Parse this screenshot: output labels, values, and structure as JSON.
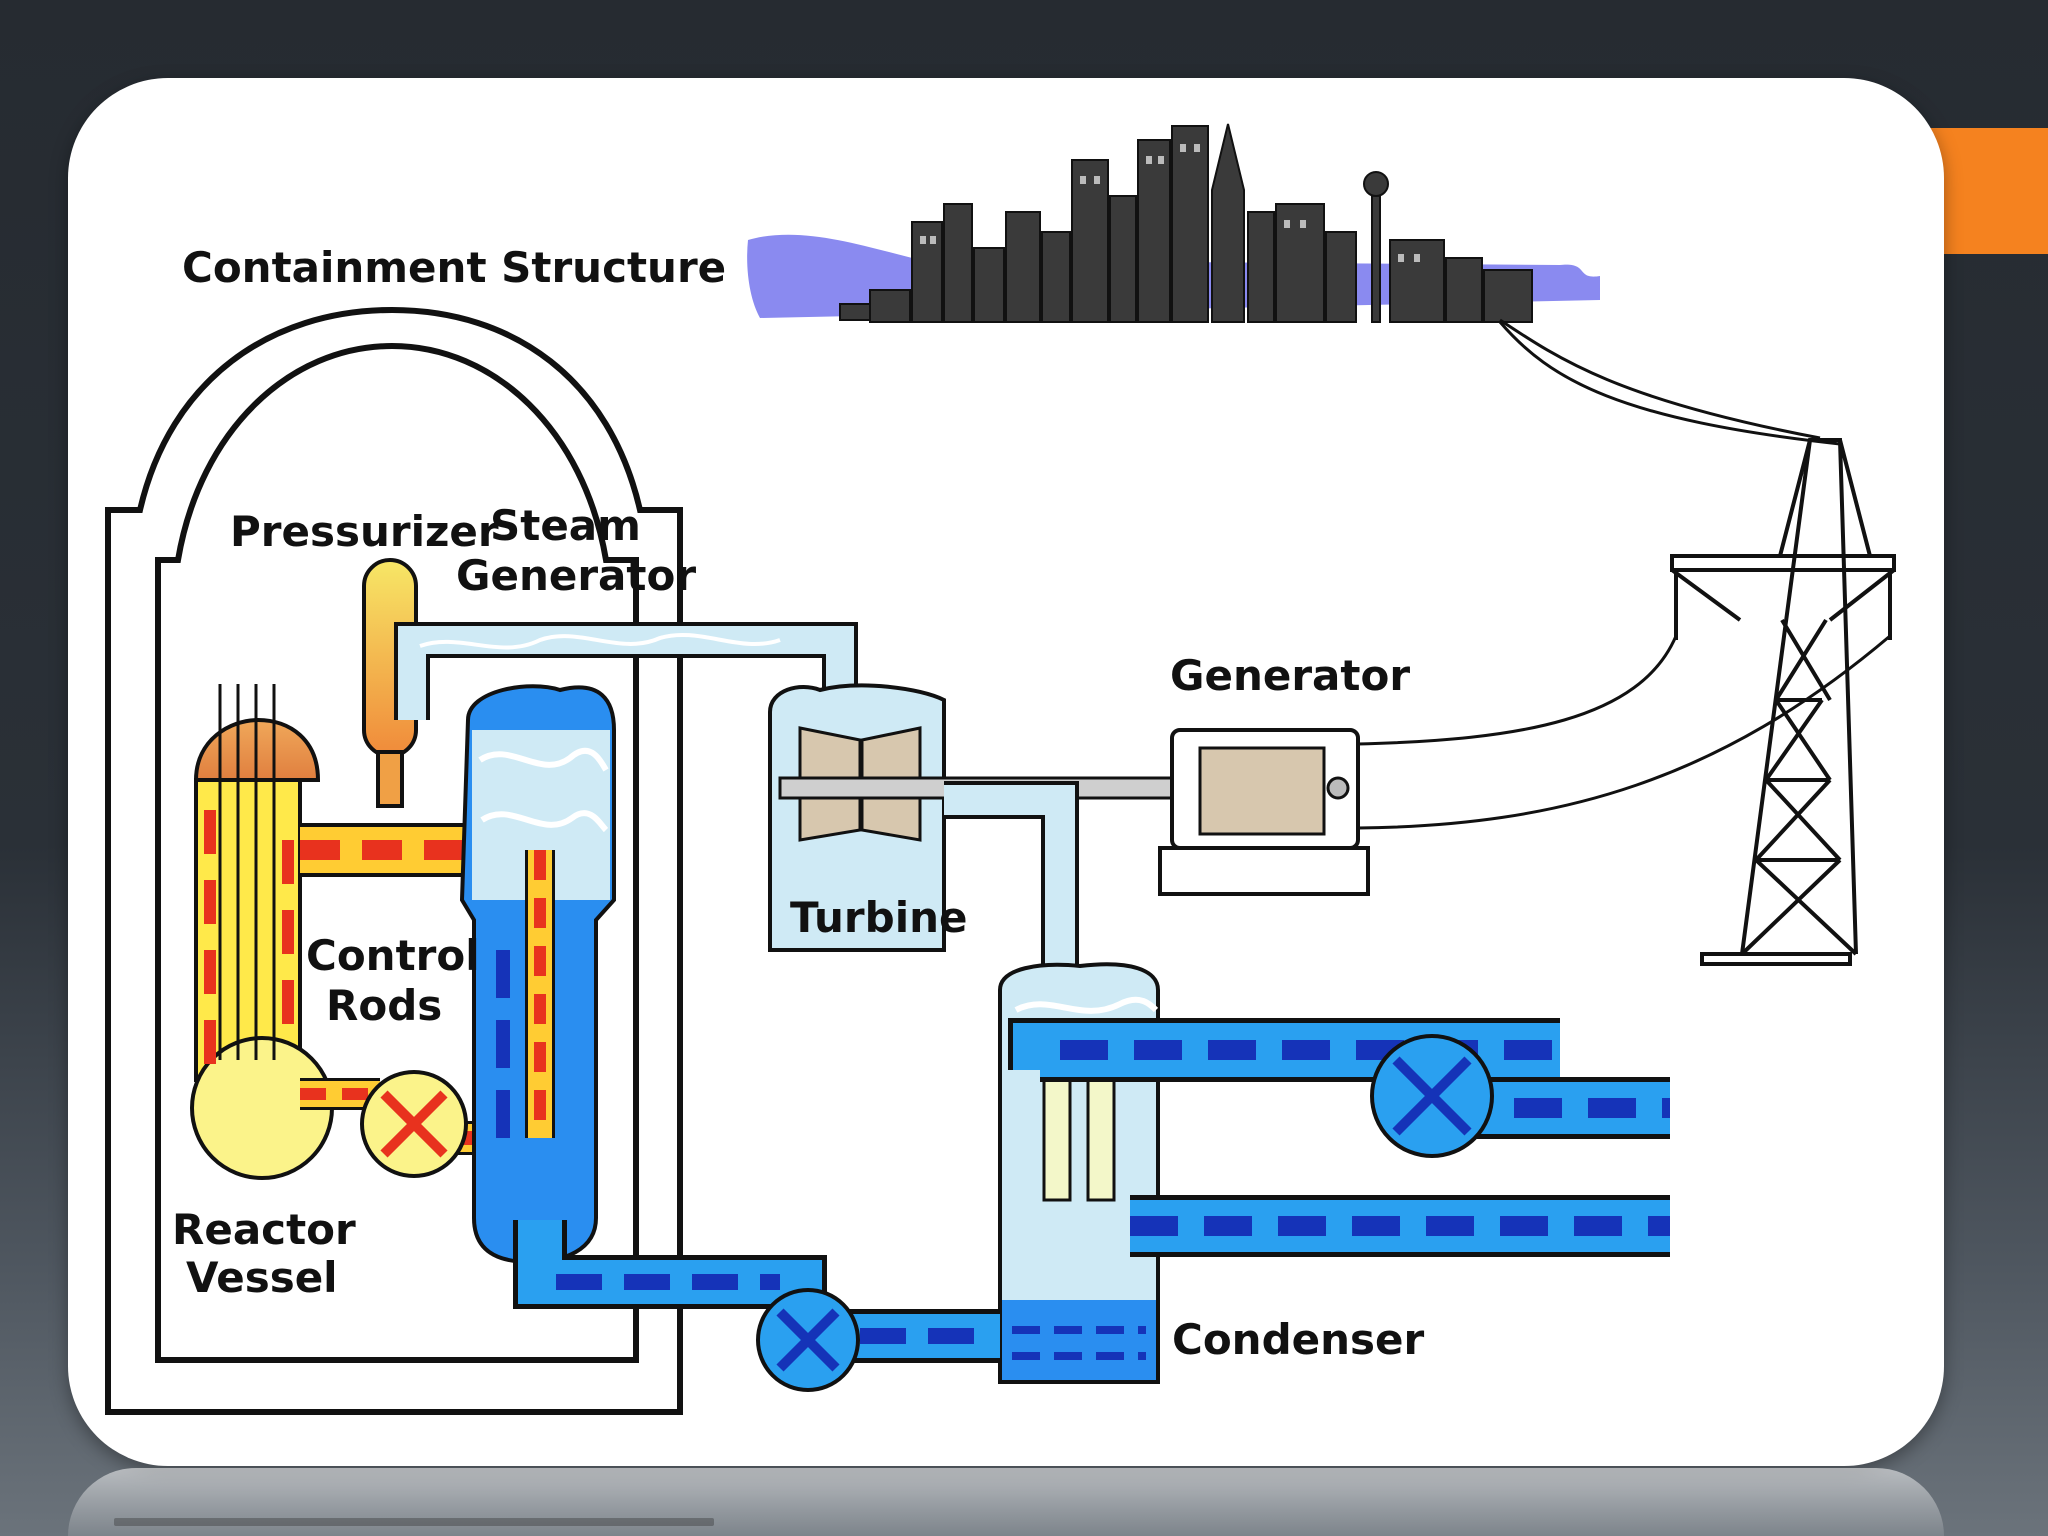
{
  "diagram": {
    "labels": {
      "containment": "Containment Structure",
      "pressurizer": "Pressurizer",
      "steam_gen_1": "Steam",
      "steam_gen_2": "Generator",
      "control_1": "Control",
      "control_2": "Rods",
      "reactor_1": "Reactor",
      "reactor_2": "Vessel",
      "turbine": "Turbine",
      "generator": "Generator",
      "condenser": "Condenser"
    }
  },
  "colors": {
    "slide_bg": "#262b31",
    "accent": "#f5821f",
    "hot_coolant": "#e8321e",
    "hot_coolant_dash": "#ffcc33",
    "cold_water": "#1b8fe8",
    "cold_water_dash": "#1533b8",
    "steam": "#cfeaf5",
    "city_water": "#8a8af0"
  }
}
